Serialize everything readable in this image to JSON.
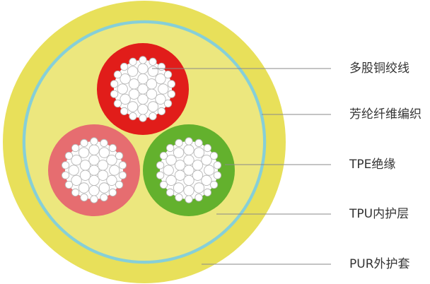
{
  "labels": [
    "多股铜绞线",
    "芳纶纤维编织",
    "TPE绝缘",
    "TPU内护层",
    "PUR外护套"
  ],
  "colors": {
    "outer_sheath": "#e8e05a",
    "aramid_ring": "#86cfd8",
    "inner_sheath": "#ece77e",
    "red_core": "#e11d1a",
    "pink_core": "#e66d70",
    "green_core": "#63b12d",
    "strand_fill": "#ffffff",
    "strand_line": "#b8b8b8",
    "leader_line": "#8a8a8a",
    "label_text": "#333333"
  }
}
